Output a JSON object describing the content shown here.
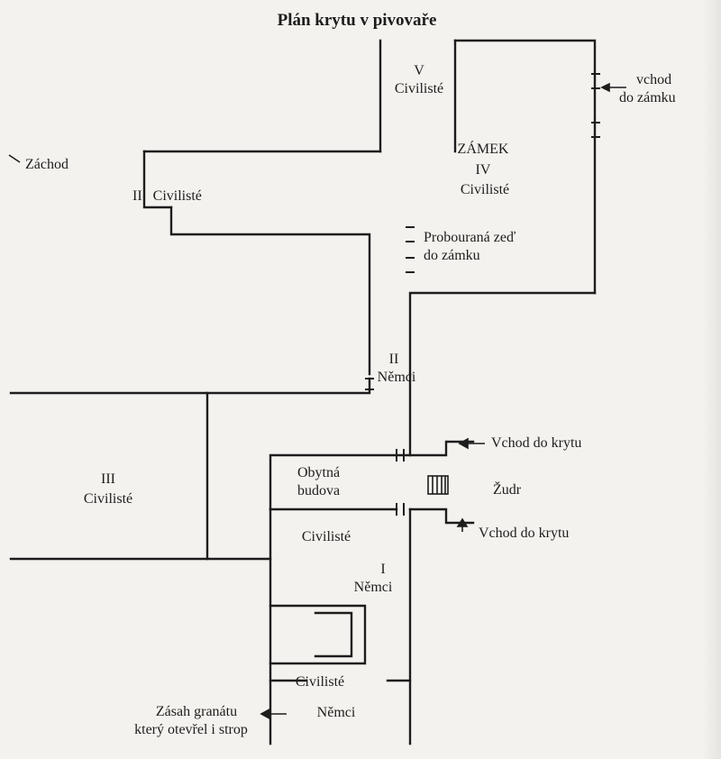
{
  "background_text": "",
  "title": "Plán krytu v pivovaře",
  "labels": {
    "section_V_num": "V",
    "section_V_name": "Civilisté",
    "entrance_castle": "vchod",
    "entrance_castle_2": "do zámku",
    "zamek": "ZÁMEK",
    "section_IV_num": "IV",
    "section_IV_name": "Civilisté",
    "toilet": "Záchod",
    "section_II_civ": "II   Civilisté",
    "demolished_wall": "Probouraná zeď",
    "demolished_wall_2": "do zámku",
    "section_II_num": "II",
    "section_II_name": "Němci",
    "section_III_num": "III",
    "section_III_name": "Civilisté",
    "obytna": "Obytná",
    "budova": "budova",
    "shelter_entrance_top": "Vchod do krytu",
    "zudr": "Žudr",
    "shelter_entrance_bottom": "Vchod do krytu",
    "civiliste_center": "Civilisté",
    "nemci_I": "Němci",
    "nemci_I_num": "I",
    "civiliste_bottom": "Civilisté",
    "nemci_bottom": "Němci",
    "grenade_1": "Zásah granátu",
    "grenade_2": "který otevřel i strop"
  }
}
